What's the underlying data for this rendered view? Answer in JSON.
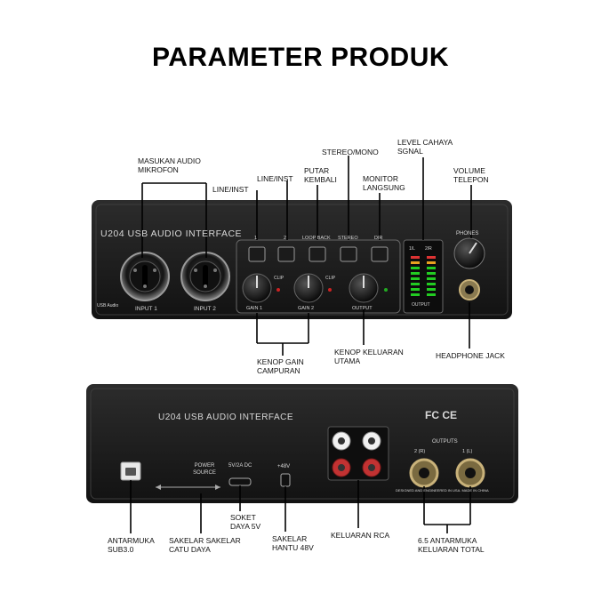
{
  "title": "PARAMETER PRODUK",
  "front": {
    "model": "U204 USB AUDIO INTERFACE",
    "input1": "INPUT 1",
    "input2": "INPUT 2",
    "btn1": "1",
    "btn2": "2",
    "loopback": "LOOP BACK",
    "stereo": "STEREO",
    "dir": "DIR",
    "phones": "PHONES",
    "gain1": "GAIN 1",
    "gain2": "GAIN 2",
    "output": "OUTPUT",
    "clip1": "CLIP",
    "clip2": "CLIP",
    "meter_output": "OUTPUT",
    "meter_left": "1/L",
    "meter_right": "2/R",
    "usb_audio": "USB Audio"
  },
  "back": {
    "model": "U204 USB AUDIO INTERFACE",
    "power_source": "POWER SOURCE",
    "dc_in": "5V/2A DC",
    "phantom": "+48V",
    "outputs": "OUTPUTS",
    "out_r": "2 (R)",
    "out_l": "1 (L)",
    "cert": "FC CE",
    "design_note": "DESIGNED AND ENGINEERED IN USA. MADE IN CHINA"
  },
  "labels": {
    "mic_input": [
      "MASUKAN AUDIO",
      "MIKROFON"
    ],
    "line_inst_1": "LINE/INST",
    "line_inst_2": "LINE/INST",
    "loop_playback": [
      "PUTAR",
      "KEMBALI"
    ],
    "stereo_mono": "STEREO/MONO",
    "monitor": [
      "MONITOR",
      "LANGSUNG"
    ],
    "signal_led": [
      "LEVEL CAHAYA",
      "SGNAL"
    ],
    "headphone_volume": [
      "VOLUME",
      "TELEPON"
    ],
    "gain_knob": [
      "KENOP GAIN",
      "CAMPURAN"
    ],
    "main_output_knob": [
      "KENOP KELUARAN",
      "UTAMA"
    ],
    "headphone_jack": "HEADPHONE JACK",
    "usb_port": [
      "ANTARMUKA",
      "SUB3.0"
    ],
    "power_switch": [
      "SAKELAR SAKELAR",
      "CATU DAYA"
    ],
    "power_socket": [
      "SOKET",
      "DAYA 5V"
    ],
    "phantom_switch": [
      "SAKELAR",
      "HANTU 48V"
    ],
    "rca_output": "KELUARAN RCA",
    "trs_output": [
      "6.5 ANTARMUKA",
      "KELUARAN TOTAL"
    ]
  }
}
